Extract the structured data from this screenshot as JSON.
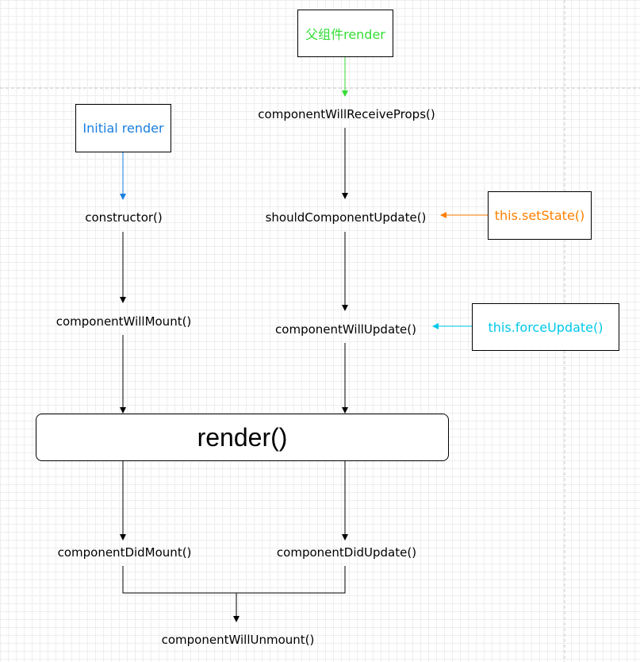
{
  "colors": {
    "line": "#000000",
    "parent": "#33dd33",
    "initial": "#1a7fe0",
    "setstate": "#ff7f00",
    "forceupdate": "#00c8e8",
    "guide": "#c8c8c8"
  },
  "triggers": {
    "parent_render": "父组件render",
    "initial_render": "Initial render",
    "set_state": "this.setState()",
    "force_update": "this.forceUpdate()"
  },
  "methods": {
    "component_will_receive_props": "componentWillReceiveProps()",
    "constructor": "constructor()",
    "should_component_update": "shouldComponentUpdate()",
    "component_will_mount": "componentWillMount()",
    "component_will_update": "componentWillUpdate()",
    "render": "render()",
    "component_did_mount": "componentDidMount()",
    "component_did_update": "componentDidUpdate()",
    "component_will_unmount": "componentWillUnmount()"
  }
}
